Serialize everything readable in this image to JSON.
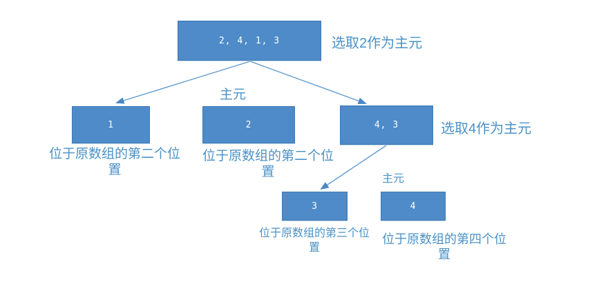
{
  "diagram": {
    "type": "quicksort-pivot-tree",
    "nodes": {
      "root": {
        "value": "2, 4, 1, 3"
      },
      "left_child": {
        "value": "1"
      },
      "pivot_mid": {
        "value": "2"
      },
      "right_child": {
        "value": "4, 3"
      },
      "left_child2": {
        "value": "3"
      },
      "pivot_bottom": {
        "value": "4"
      }
    },
    "annotations": {
      "pick2_label": "选取2作为主元",
      "pick4_label": "选取4作为主元",
      "pivot_label_mid": "主元",
      "pivot_label_bottom": "主元",
      "caption_left": "位于原数组的第二个位置",
      "caption_mid": "位于原数组的第二个位置",
      "caption_third": "位于原数组的第三个位置",
      "caption_fourth": "位于原数组的第四个位置"
    },
    "colors": {
      "node_fill": "#4E8BC8",
      "node_border": "#3D79B2",
      "node_text": "#FFFFFF",
      "label_text": "#4B92C6",
      "arrow_line": "#5E9AD0",
      "arrow_head": "#4A87C4",
      "background": "#FFFFFF"
    }
  }
}
